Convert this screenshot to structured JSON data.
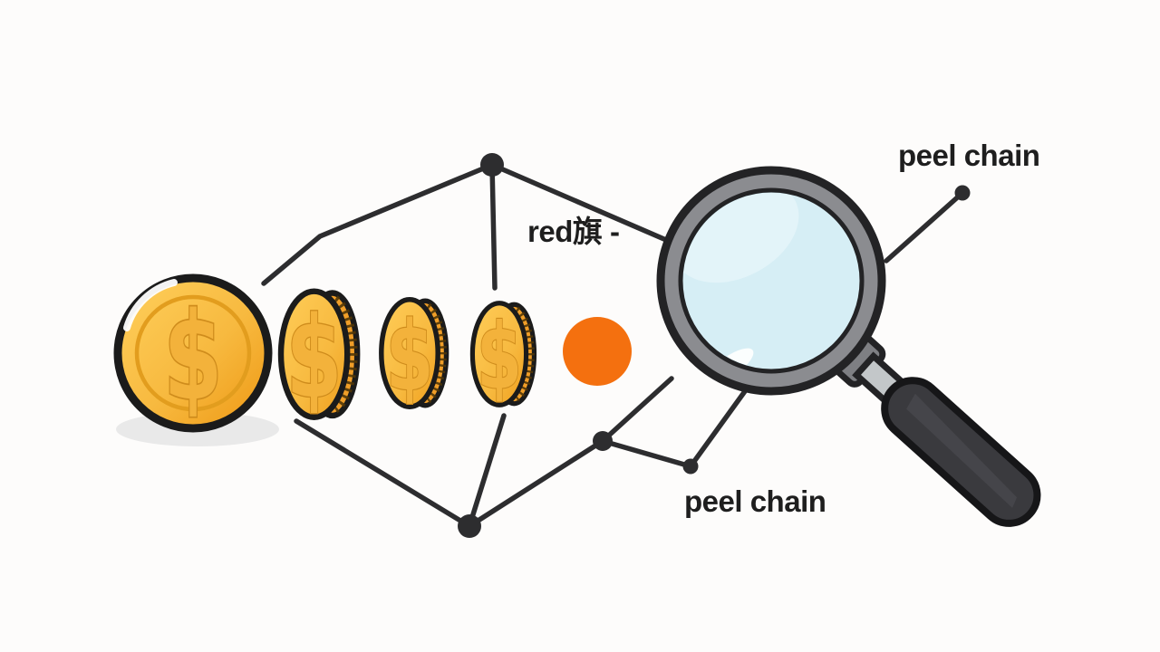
{
  "scene": {
    "background_color": "#fdfcfb",
    "dollar_sign": "$",
    "labels": {
      "peel_chain_top": "peel chain",
      "red_flag": "red旗 -",
      "peel_chain_bottom": "peel chain"
    },
    "colors": {
      "text_color": "#1e1e1e",
      "line_dark": "#2d2d2f",
      "outline_black": "#1b1b1b",
      "coin_gold": "#f8be4e",
      "coin_gold_deep": "#f0a01d",
      "coin_edge_orange": "#f09e28",
      "coin_ridge_brown": "#503608",
      "coin_symbol_fill": "#f3b23b",
      "coin_symbol_outline": "#cf8c1c",
      "coin_inner_ring": "#e29d1e",
      "orange_accent": "#f4700f",
      "lens_blue": "#d6eef5",
      "lens_highlight": "#e4f4f9",
      "rim_gray": "#8b8c90",
      "rim_outline": "#232325",
      "metal_silver": "#c3c7c9",
      "handle_dark": "#3a3a3e",
      "handle_facet": "#48484d",
      "shadow_gray": "#e9e9e9"
    }
  }
}
